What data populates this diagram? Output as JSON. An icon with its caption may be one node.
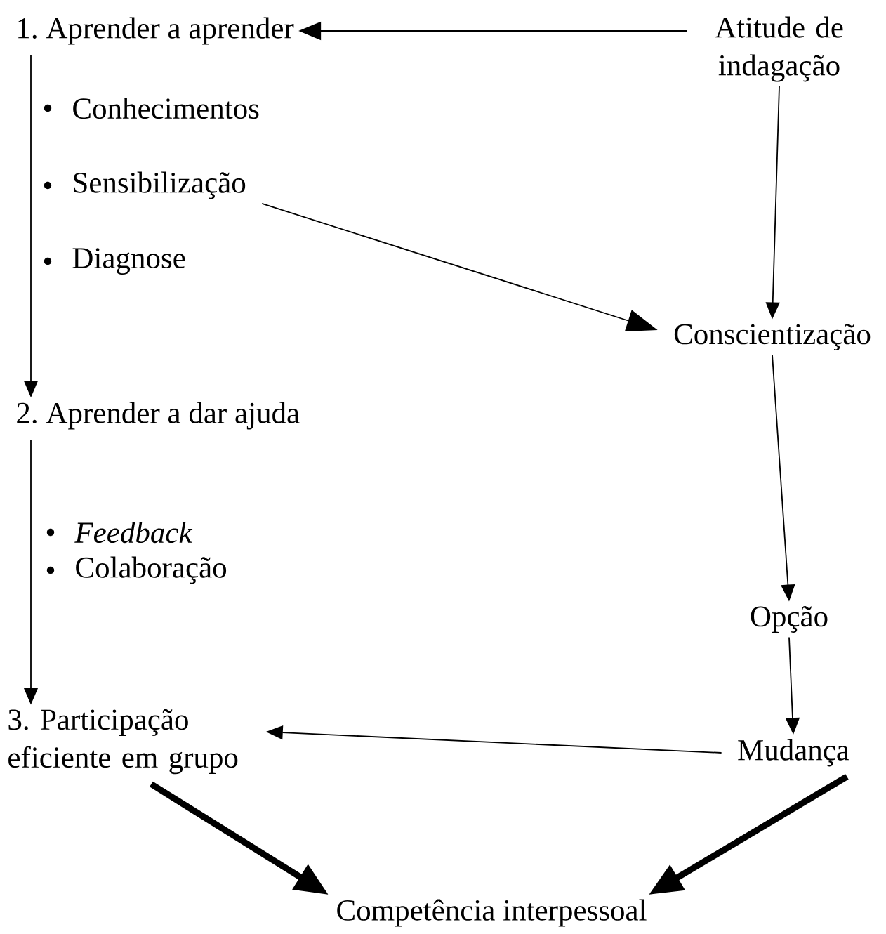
{
  "diagram": {
    "nodes": [
      {
        "text": [
          "1. Aprender a aprender"
        ]
      },
      {
        "text": [
          "Atitude de indagação"
        ]
      },
      {
        "text": [
          "Sensibilização"
        ]
      },
      {
        "text": [
          "Conscientização"
        ]
      },
      {
        "text": [
          "2. Aprender a dar ajuda"
        ]
      },
      {
        "text": [
          "Opção"
        ]
      },
      {
        "text": [
          "3. Participação eficiente em grupo"
        ]
      },
      {
        "text": [
          "Mudança"
        ]
      },
      {
        "text": [
          "Competência interpessoal"
        ]
      }
    ],
    "edges": [
      {
        "from": 1,
        "to": 0,
        "arrow": "to"
      },
      {
        "from": 0,
        "to": 4,
        "arrow": "to"
      },
      {
        "from": 2,
        "to": 3,
        "arrow": "to"
      },
      {
        "from": 1,
        "to": 3,
        "arrow": "to"
      },
      {
        "from": 3,
        "to": 5,
        "arrow": "to"
      },
      {
        "from": 4,
        "to": 6,
        "arrow": "to"
      },
      {
        "from": 5,
        "to": 7,
        "arrow": "to"
      },
      {
        "from": 7,
        "to": 6,
        "arrow": "to"
      },
      {
        "from": 6,
        "to": 8,
        "arrow": "to",
        "style": "thick"
      },
      {
        "from": 7,
        "to": 8,
        "arrow": "to",
        "style": "thick"
      }
    ],
    "labels": [
      "Conhecimentos",
      "Diagnose",
      "Feedback",
      "Colaboração"
    ]
  }
}
